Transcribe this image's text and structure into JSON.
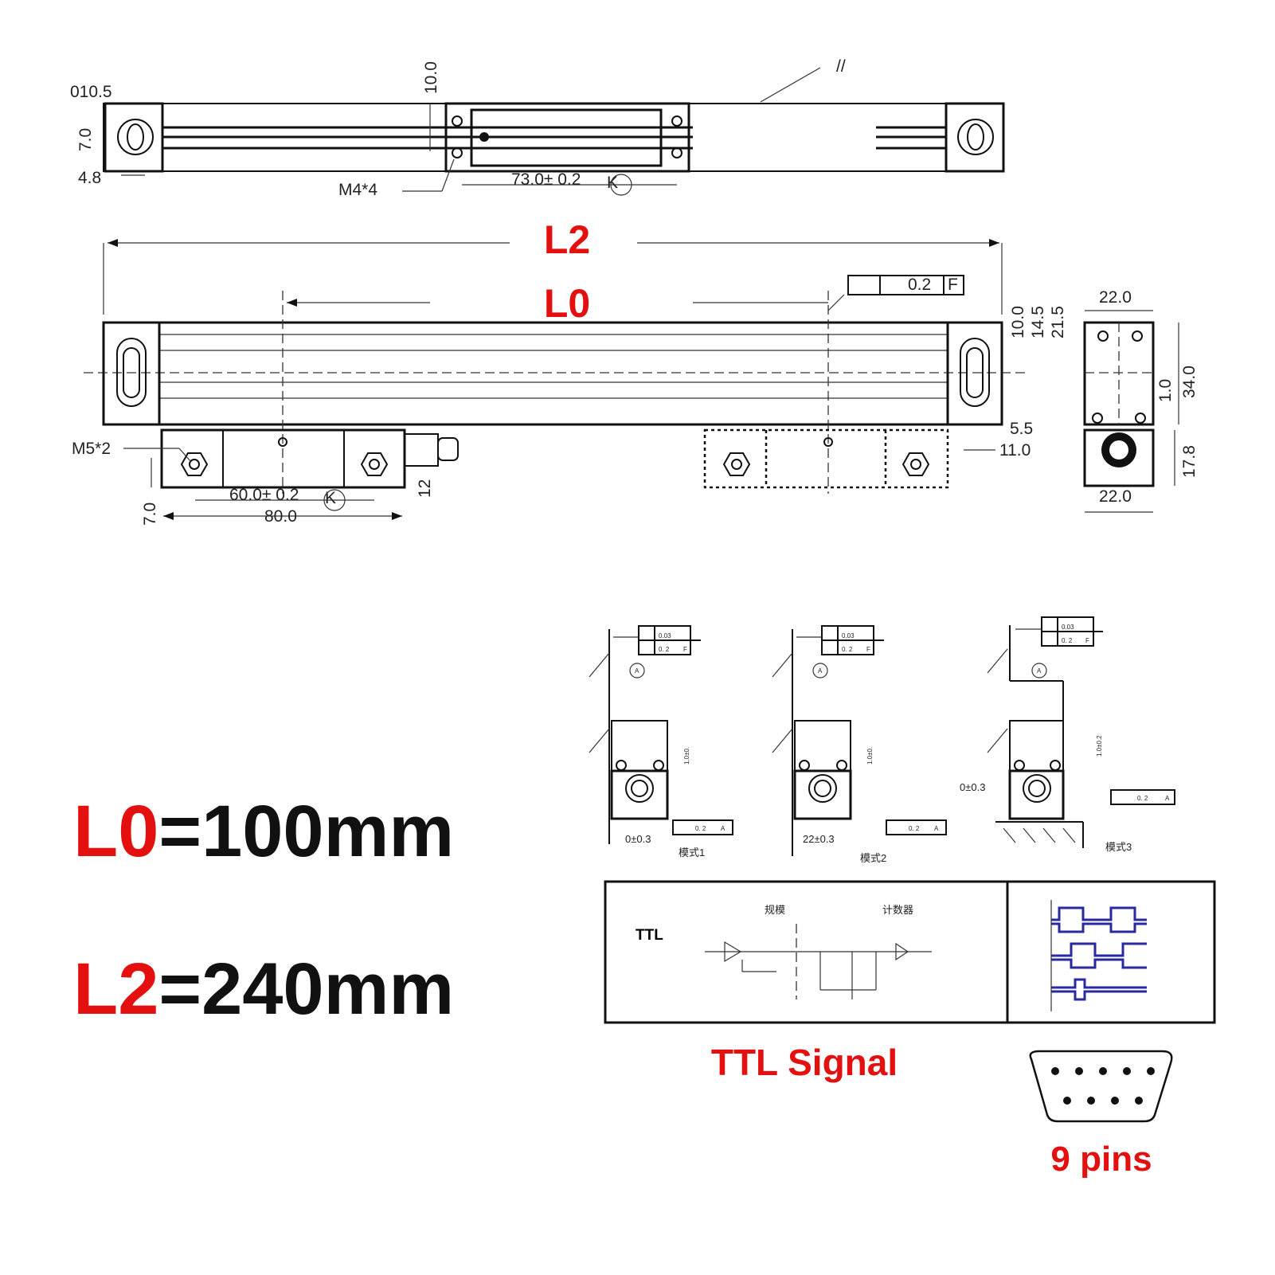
{
  "top_view": {
    "hole_dia": "010.5",
    "dim_7_0": "7.0",
    "dim_4_8": "4.8",
    "dim_10_0": "10.0",
    "screw_label": "M4*4",
    "reader_spacing": "73.0±  0.2",
    "datum_k": "K"
  },
  "main_view": {
    "l2_label": "L2",
    "l0_label": "L0",
    "tolerance_value": "0.2",
    "tolerance_datum": "F",
    "dim_10_0": "10.0",
    "dim_14_5": "14.5",
    "dim_21_5": "21.5",
    "dim_1_0": "1.0",
    "dim_5_5": "5.5",
    "dim_11_0": "11.0",
    "screw_label": "M5*2",
    "mount_spacing": "60.0±  0.2",
    "datum_k": "K",
    "dim_7_0": "7.0",
    "dim_80_0": "80.0",
    "dim_12": "12"
  },
  "end_view": {
    "width_top": "22.0",
    "height": "34.0",
    "reader_height": "17.8",
    "width_bottom": "22.0"
  },
  "specs": {
    "l0_prefix": "L0",
    "l0_value": "=100mm",
    "l2_prefix": "L2",
    "l2_value": "=240mm"
  },
  "mounting_modes": [
    {
      "label": "模式1",
      "flatness": "0.03",
      "parallel": "0. 2",
      "datum": "F",
      "datum_a": "A",
      "offset": "0±0.3",
      "bottom_tol": "0. 2",
      "bottom_datum": "A",
      "gap": "1.0±0."
    },
    {
      "label": "模式2",
      "flatness": "0.03",
      "parallel": "0. 2",
      "datum": "F",
      "datum_a": "A",
      "offset": "22±0.3",
      "bottom_tol": "0. 2",
      "bottom_datum": "A",
      "gap": "1.0±0."
    },
    {
      "label": "模式3",
      "flatness": "0.03",
      "parallel": "0. 2",
      "datum": "F",
      "datum_a": "A",
      "offset": "0±0.3",
      "bottom_tol": "0. 2",
      "bottom_datum": "A",
      "gap": "1.0±0.2"
    }
  ],
  "signal_box": {
    "type_label": "TTL",
    "scale_label": "规模",
    "counter_label": "计数器"
  },
  "ttl_signal_title": "TTL Signal",
  "connector_label": "9 pins",
  "colors": {
    "accent_red": "#e41010",
    "waveform_blue": "#2a2aa0"
  }
}
